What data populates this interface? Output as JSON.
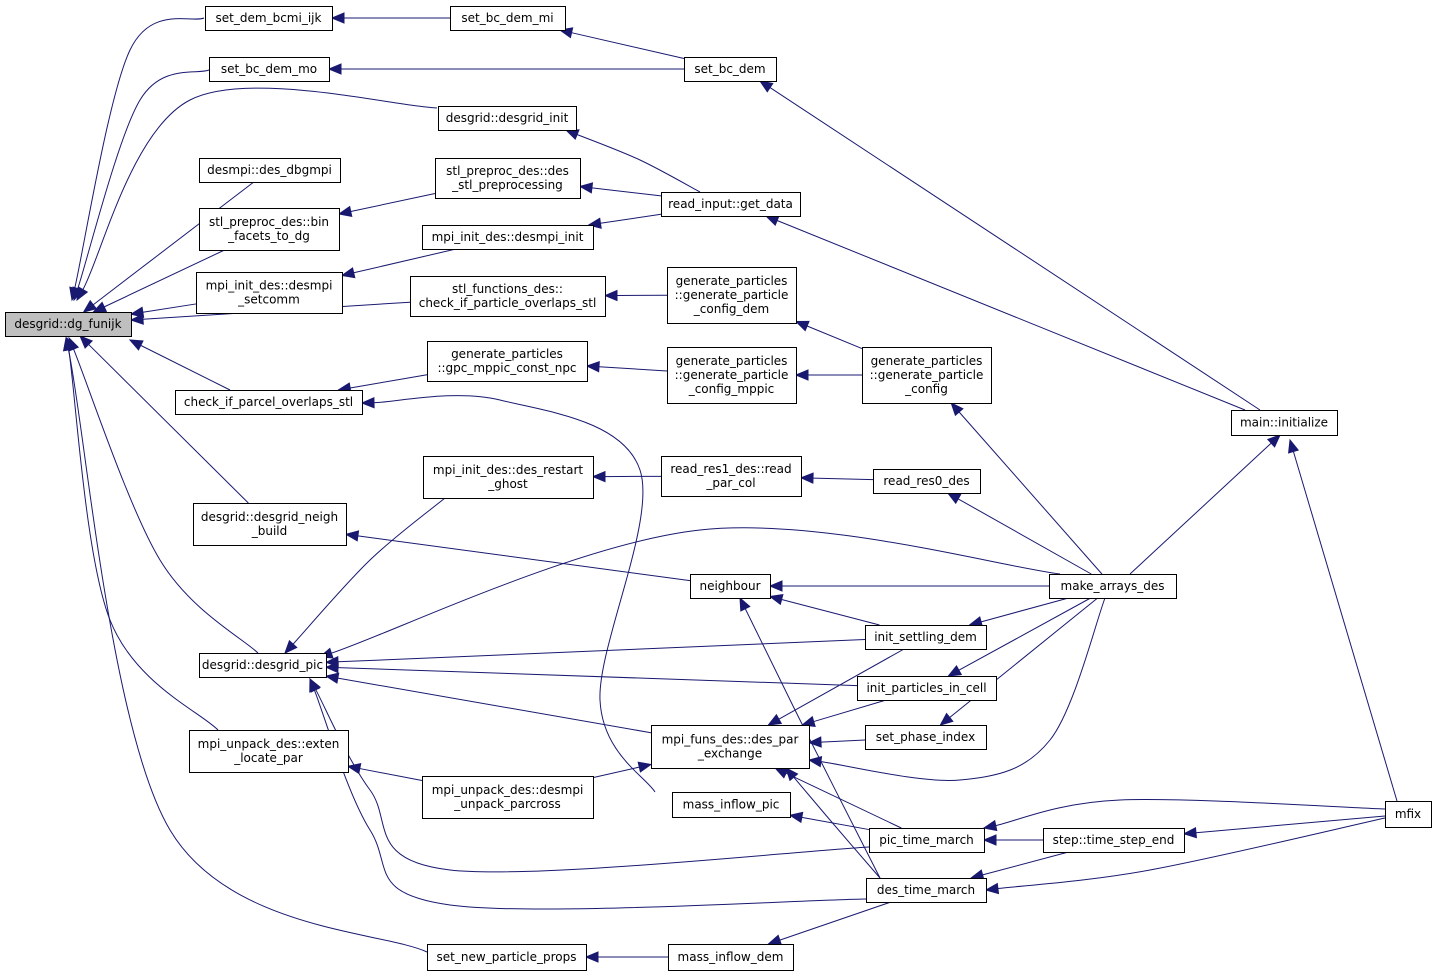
{
  "nodes": [
    {
      "id": "dg_funijk",
      "lines": [
        "desgrid::dg_funijk"
      ],
      "root": true
    },
    {
      "id": "set_dem_bcmi_ijk",
      "lines": [
        "set_dem_bcmi_ijk"
      ]
    },
    {
      "id": "set_bc_dem_mi",
      "lines": [
        "set_bc_dem_mi"
      ]
    },
    {
      "id": "set_bc_dem_mo",
      "lines": [
        "set_bc_dem_mo"
      ]
    },
    {
      "id": "set_bc_dem",
      "lines": [
        "set_bc_dem"
      ]
    },
    {
      "id": "desgrid_init",
      "lines": [
        "desgrid::desgrid_init"
      ]
    },
    {
      "id": "des_dbgmpi",
      "lines": [
        "desmpi::des_dbgmpi"
      ]
    },
    {
      "id": "stl_preprocessing",
      "lines": [
        "stl_preproc_des::des",
        "_stl_preprocessing"
      ]
    },
    {
      "id": "read_input",
      "lines": [
        "read_input::get_data"
      ]
    },
    {
      "id": "bin_facets",
      "lines": [
        "stl_preproc_des::bin",
        "_facets_to_dg"
      ]
    },
    {
      "id": "desmpi_init",
      "lines": [
        "mpi_init_des::desmpi_init"
      ]
    },
    {
      "id": "desmpi_setcomm",
      "lines": [
        "mpi_init_des::desmpi",
        "_setcomm"
      ]
    },
    {
      "id": "check_stl",
      "lines": [
        "stl_functions_des::",
        "check_if_particle_overlaps_stl"
      ]
    },
    {
      "id": "gen_config_dem",
      "lines": [
        "generate_particles",
        "::generate_particle",
        "_config_dem"
      ]
    },
    {
      "id": "gpc_mppic",
      "lines": [
        "generate_particles",
        "::gpc_mppic_const_npc"
      ]
    },
    {
      "id": "gen_config_mppic",
      "lines": [
        "generate_particles",
        "::generate_particle",
        "_config_mppic"
      ]
    },
    {
      "id": "gen_config",
      "lines": [
        "generate_particles",
        "::generate_particle",
        "_config"
      ]
    },
    {
      "id": "check_parcel",
      "lines": [
        "check_if_parcel_overlaps_stl"
      ]
    },
    {
      "id": "main_init",
      "lines": [
        "main::initialize"
      ]
    },
    {
      "id": "des_restart_ghost",
      "lines": [
        "mpi_init_des::des_restart",
        "_ghost"
      ]
    },
    {
      "id": "read_par_col",
      "lines": [
        "read_res1_des::read",
        "_par_col"
      ]
    },
    {
      "id": "read_res0",
      "lines": [
        "read_res0_des"
      ]
    },
    {
      "id": "neigh_build",
      "lines": [
        "desgrid::desgrid_neigh",
        "_build"
      ]
    },
    {
      "id": "neighbour",
      "lines": [
        "neighbour"
      ]
    },
    {
      "id": "make_arrays",
      "lines": [
        "make_arrays_des"
      ]
    },
    {
      "id": "init_settling",
      "lines": [
        "init_settling_dem"
      ]
    },
    {
      "id": "desgrid_pic",
      "lines": [
        "desgrid::desgrid_pic"
      ]
    },
    {
      "id": "init_particles",
      "lines": [
        "init_particles_in_cell"
      ]
    },
    {
      "id": "par_exchange",
      "lines": [
        "mpi_funs_des::des_par",
        "_exchange"
      ]
    },
    {
      "id": "set_phase",
      "lines": [
        "set_phase_index"
      ]
    },
    {
      "id": "exten_locate",
      "lines": [
        "mpi_unpack_des::exten",
        "_locate_par"
      ]
    },
    {
      "id": "unpack_parcross",
      "lines": [
        "mpi_unpack_des::desmpi",
        "_unpack_parcross"
      ]
    },
    {
      "id": "mass_inflow_pic",
      "lines": [
        "mass_inflow_pic"
      ]
    },
    {
      "id": "mfix",
      "lines": [
        "mfix"
      ]
    },
    {
      "id": "pic_time_march",
      "lines": [
        "pic_time_march"
      ]
    },
    {
      "id": "time_step_end",
      "lines": [
        "step::time_step_end"
      ]
    },
    {
      "id": "des_time_march",
      "lines": [
        "des_time_march"
      ]
    },
    {
      "id": "set_new_particle",
      "lines": [
        "set_new_particle_props"
      ]
    },
    {
      "id": "mass_inflow_dem",
      "lines": [
        "mass_inflow_dem"
      ]
    }
  ],
  "edges": [
    [
      "set_dem_bcmi_ijk",
      "dg_funijk"
    ],
    [
      "set_bc_dem_mi",
      "set_dem_bcmi_ijk"
    ],
    [
      "set_bc_dem",
      "set_bc_dem_mi"
    ],
    [
      "set_bc_dem_mo",
      "dg_funijk"
    ],
    [
      "set_bc_dem",
      "set_bc_dem_mo"
    ],
    [
      "main_init",
      "set_bc_dem"
    ],
    [
      "desgrid_init",
      "dg_funijk"
    ],
    [
      "read_input",
      "desgrid_init"
    ],
    [
      "des_dbgmpi",
      "dg_funijk"
    ],
    [
      "bin_facets",
      "dg_funijk"
    ],
    [
      "stl_preprocessing",
      "bin_facets"
    ],
    [
      "read_input",
      "stl_preprocessing"
    ],
    [
      "read_input",
      "desmpi_init"
    ],
    [
      "main_init",
      "read_input"
    ],
    [
      "desmpi_setcomm",
      "dg_funijk"
    ],
    [
      "desmpi_init",
      "desmpi_setcomm"
    ],
    [
      "check_stl",
      "dg_funijk"
    ],
    [
      "gen_config_dem",
      "check_stl"
    ],
    [
      "gen_config",
      "gen_config_dem"
    ],
    [
      "gen_config",
      "gen_config_mppic"
    ],
    [
      "gen_config_mppic",
      "gpc_mppic"
    ],
    [
      "check_parcel",
      "dg_funijk"
    ],
    [
      "gpc_mppic",
      "check_parcel"
    ],
    [
      "mass_inflow_pic",
      "check_parcel"
    ],
    [
      "make_arrays",
      "gen_config"
    ],
    [
      "make_arrays",
      "read_res0"
    ],
    [
      "read_res0",
      "read_par_col"
    ],
    [
      "read_par_col",
      "des_restart_ghost"
    ],
    [
      "des_restart_ghost",
      "desgrid_pic"
    ],
    [
      "neigh_build",
      "dg_funijk"
    ],
    [
      "neighbour",
      "neigh_build"
    ],
    [
      "make_arrays",
      "neighbour"
    ],
    [
      "init_settling",
      "neighbour"
    ],
    [
      "des_time_march",
      "neighbour"
    ],
    [
      "make_arrays",
      "main_init"
    ],
    [
      "mfix",
      "main_init"
    ],
    [
      "desgrid_pic",
      "dg_funijk"
    ],
    [
      "make_arrays",
      "desgrid_pic"
    ],
    [
      "init_settling",
      "desgrid_pic"
    ],
    [
      "init_particles",
      "desgrid_pic"
    ],
    [
      "par_exchange",
      "desgrid_pic"
    ],
    [
      "pic_time_march",
      "desgrid_pic"
    ],
    [
      "des_time_march",
      "desgrid_pic"
    ],
    [
      "make_arrays",
      "init_settling"
    ],
    [
      "make_arrays",
      "init_particles"
    ],
    [
      "make_arrays",
      "set_phase"
    ],
    [
      "init_settling",
      "par_exchange"
    ],
    [
      "init_particles",
      "par_exchange"
    ],
    [
      "set_phase",
      "par_exchange"
    ],
    [
      "make_arrays",
      "par_exchange"
    ],
    [
      "pic_time_march",
      "par_exchange"
    ],
    [
      "des_time_march",
      "par_exchange"
    ],
    [
      "unpack_parcross",
      "par_exchange"
    ],
    [
      "exten_locate",
      "dg_funijk"
    ],
    [
      "unpack_parcross",
      "exten_locate"
    ],
    [
      "pic_time_march",
      "mass_inflow_pic"
    ],
    [
      "mfix",
      "pic_time_march"
    ],
    [
      "time_step_end",
      "pic_time_march"
    ],
    [
      "mfix",
      "time_step_end"
    ],
    [
      "time_step_end",
      "des_time_march"
    ],
    [
      "mfix",
      "des_time_march"
    ],
    [
      "set_new_particle",
      "dg_funijk"
    ],
    [
      "mass_inflow_dem",
      "set_new_particle"
    ],
    [
      "des_time_march",
      "mass_inflow_dem"
    ]
  ]
}
